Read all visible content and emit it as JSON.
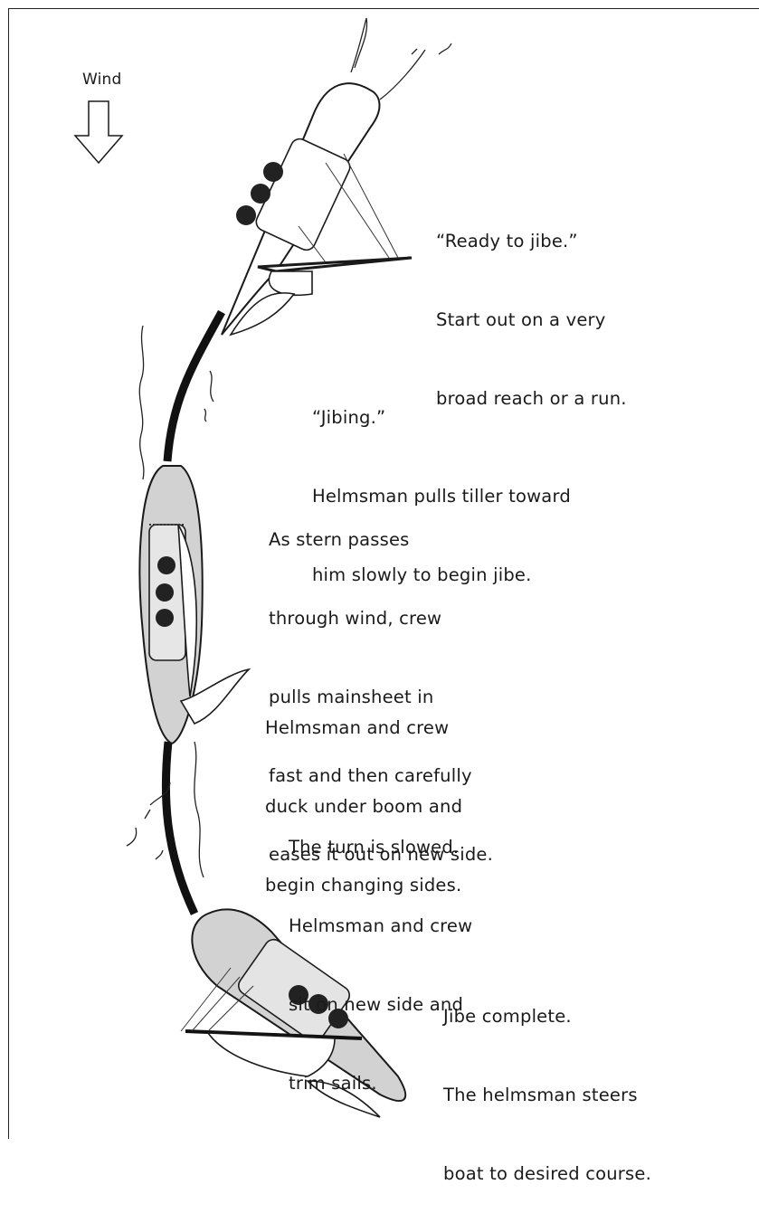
{
  "wind_label": "Wind",
  "steps": [
    {
      "lines": [
        "“Ready to jibe.”",
        "Start out on a very",
        "broad reach or a run."
      ]
    },
    {
      "lines": [
        "“Jibing.”",
        "Helmsman pulls tiller toward",
        "him slowly to begin jibe."
      ]
    },
    {
      "lines": [
        "As stern passes",
        "through wind, crew",
        "pulls mainsheet in",
        "fast and then carefully",
        "eases it out on new side."
      ]
    },
    {
      "lines": [
        "Helmsman and crew",
        "duck under boom and",
        "begin changing sides."
      ]
    },
    {
      "lines": [
        "The turn is slowed.",
        "Helmsman and crew",
        "sit on new side and",
        "trim sails."
      ]
    },
    {
      "lines": [
        "Jibe complete.",
        "The helmsman steers",
        "boat to desired course."
      ]
    }
  ],
  "colors": {
    "ink": "#1a1a1a",
    "hull_shade": "#c9c9c9",
    "sail_fill": "#ffffff"
  }
}
